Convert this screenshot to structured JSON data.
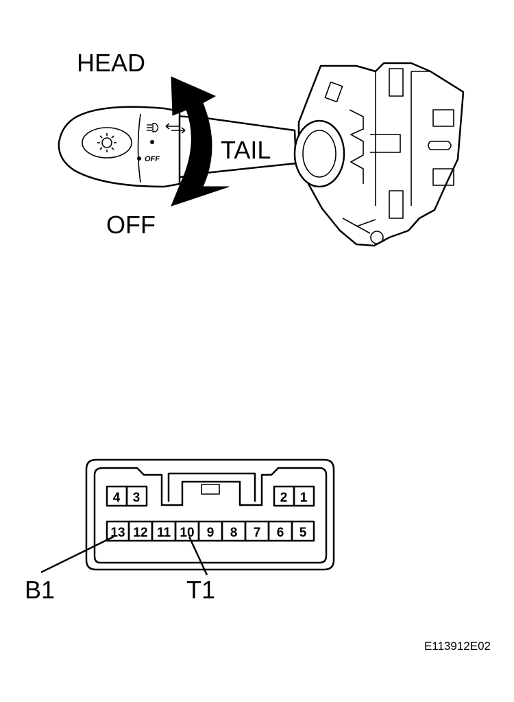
{
  "switch_labels": {
    "head": "HEAD",
    "tail": "TAIL",
    "off": "OFF",
    "lever_off_mark": "OFF"
  },
  "icons": {
    "lever_knob": "headlight-sun-icon",
    "beam": "high-beam-icon",
    "flash": "passing-arrows-icon"
  },
  "connector": {
    "top_left_pins": [
      "4",
      "3"
    ],
    "top_right_pins": [
      "2",
      "1"
    ],
    "bottom_pins": [
      "13",
      "12",
      "11",
      "10",
      "9",
      "8",
      "7",
      "6",
      "5"
    ],
    "callouts": {
      "b1": "B1",
      "t1": "T1"
    }
  },
  "figure_code": "E113912E02"
}
